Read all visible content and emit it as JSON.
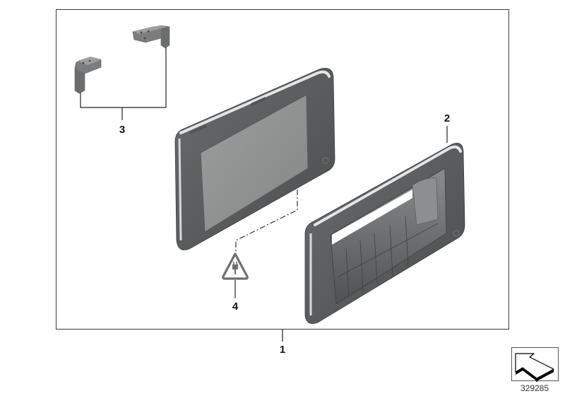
{
  "diagram": {
    "type": "exploded-parts-diagram",
    "parts": [
      {
        "id": "part-1",
        "label": "1",
        "description": "complete assembly (frame)"
      },
      {
        "id": "part-2",
        "label": "2",
        "description": "display housing / holder"
      },
      {
        "id": "part-3",
        "label": "3",
        "description": "mounting brackets (pair)"
      },
      {
        "id": "part-4",
        "label": "4",
        "description": "electrical connection warning symbol"
      }
    ],
    "reference": {
      "number": "329285",
      "icon": "orientation-arrow-icon"
    },
    "colors": {
      "frame_line": "#3a3a3a",
      "bezel_dark": "#5f6162",
      "bezel_light": "#d9dbdc",
      "screen": "#8d9190",
      "bracket": "#77797a",
      "label": "#111111"
    }
  }
}
